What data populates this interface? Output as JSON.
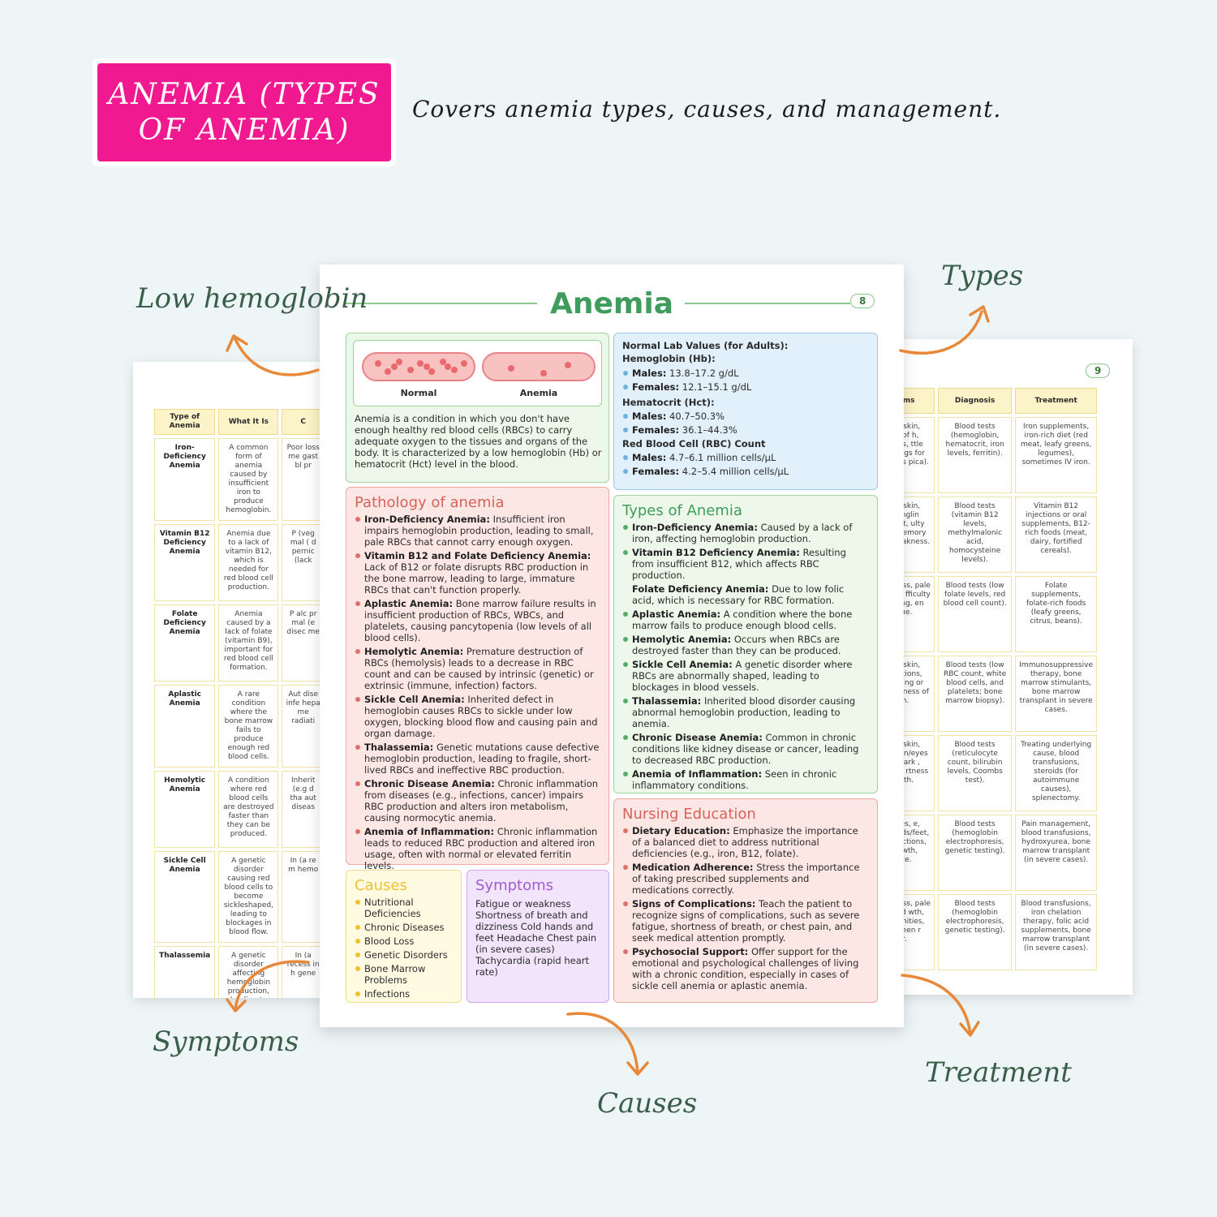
{
  "header": {
    "title": "ANEMIA (TYPES OF ANEMIA)",
    "subtitle": "Covers anemia types, causes, and management."
  },
  "callouts": {
    "low_hemoglobin": "Low hemoglobin",
    "types": "Types",
    "symptoms": "Symptoms",
    "causes": "Causes",
    "treatment": "Treatment"
  },
  "colors": {
    "accent": "#f0198f",
    "green": "#3f9c5c",
    "arrow": "#e8893a",
    "callout": "#3b5e4a"
  },
  "left_page": {
    "headers": [
      "Type of Anemia",
      "What It Is",
      "C"
    ],
    "rows": [
      [
        "Iron-Deficiency Anemia",
        "A common form of anemia caused by insufficient iron to produce hemoglobin.",
        "Poor loss me gast bl pr"
      ],
      [
        "Vitamin B12 Deficiency Anemia",
        "Anemia due to a lack of vitamin B12, which is needed for red blood cell production.",
        "P (veg mal ( d pernic (lack"
      ],
      [
        "Folate Deficiency Anemia",
        "Anemia caused by a lack of folate (vitamin B9), important for red blood cell formation.",
        "P alc pr mal (e disec me"
      ],
      [
        "Aplastic Anemia",
        "A rare condition where the bone marrow fails to produce enough red blood cells.",
        "Aut dise infe hepa me radiati"
      ],
      [
        "Hemolytic Anemia",
        "A condition where red blood cells are destroyed faster than they can be produced.",
        "Inherit (e.g d tha aut diseas"
      ],
      [
        "Sickle Cell Anemia",
        "A genetic disorder causing red blood cells to become sickleshaped, leading to blockages in blood flow.",
        "In (a re m hemo"
      ],
      [
        "Thalassemia",
        "A genetic disorder affecting hemoglobin production, leading to abnormal red blood cells.",
        "In (a recess in h gene"
      ]
    ]
  },
  "right_page": {
    "page_number": "9",
    "headers": [
      "mptoms",
      "Diagnosis",
      "Treatment"
    ],
    "rows": [
      [
        "e, pale skin, rtness of h, dizziness, ttle nails, vings for food items pica).",
        "Blood tests (hemoglobin, hematocrit, iron levels, ferritin).",
        "Iron supplements, iron-rich diet (red meat, leafy greens, legumes), sometimes IV iron."
      ],
      [
        "e, pale skin, ness/tinglin ands/feet, ulty walking, emory oblems, eakness.",
        "Blood tests (vitamin B12 levels, methylmalonic acid, homocysteine levels).",
        "Vitamin B12 injections or oral supplements, B12-rich foods (meat, dairy, fortified cereals)."
      ],
      [
        "atigue, ness, pale irritability, fficulty centrating, en tongue.",
        "Blood tests (low folate levels, red blood cell count).",
        "Folate supplements, folate-rich foods (leafy greens, citrus, beans)."
      ],
      [
        "e, pale skin, equent tions, easy uising or eeding, rtness of reath.",
        "Blood tests (low RBC count, white blood cells, and platelets; bone marrow biopsy).",
        "Immunosuppressive therapy, bone marrow stimulants, bone marrow transplant in severe cases."
      ],
      [
        "e, pale skin, owing of in/eyes dice), dark , dizziness, rtness of reath.",
        "Blood tests (reticulocyte count, bilirubin levels, Coombs test).",
        "Treating underlying cause, blood transfusions, steroids (for autoimmune causes), splenectomy."
      ],
      [
        "episodes, e, swollen nds/feet, equent ections, ed growth, undice.",
        "Blood tests (hemoglobin electrophoresis, genetic testing).",
        "Pain management, blood transfusions, hydroxyurea, bone marrow transplant (in severe cases)."
      ],
      [
        "atigue, ness, pale , delayed wth, bone ormities, ged spleen r liver.",
        "Blood tests (hemoglobin electrophoresis, genetic testing).",
        "Blood transfusions, iron chelation therapy, folic acid supplements, bone marrow transplant (in severe cases)."
      ]
    ]
  },
  "main_page": {
    "title": "Anemia",
    "page_number": "8",
    "illustration": {
      "normal_label": "Normal",
      "anemia_label": "Anemia"
    },
    "intro": "Anemia is a condition in which you don't have enough healthy red blood cells (RBCs) to carry adequate oxygen to the tissues and organs of the body. It is characterized by a low hemoglobin (Hb) or hematocrit (Hct) level in the blood.",
    "lab": {
      "heading": "Normal Lab Values (for Adults):",
      "hb_heading": "Hemoglobin (Hb):",
      "hb_males_label": "Males:",
      "hb_males": "13.8–17.2 g/dL",
      "hb_females_label": "Females:",
      "hb_females": "12.1–15.1 g/dL",
      "hct_heading": "Hematocrit (Hct):",
      "hct_males_label": "Males:",
      "hct_males": "40.7–50.3%",
      "hct_females_label": "Females:",
      "hct_females": "36.1–44.3%",
      "rbc_heading": "Red Blood Cell (RBC) Count",
      "rbc_males_label": "Males:",
      "rbc_males": "4.7–6.1 million cells/μL",
      "rbc_females_label": "Females:",
      "rbc_females": "4.2–5.4 million cells/μL"
    },
    "pathology": {
      "heading": "Pathology of anemia",
      "items": [
        {
          "term": "Iron-Deficiency Anemia:",
          "text": "Insufficient iron impairs hemoglobin production, leading to small, pale RBCs that cannot carry enough oxygen."
        },
        {
          "term": "Vitamin B12 and Folate Deficiency Anemia:",
          "text": "Lack of B12 or folate disrupts RBC production in the bone marrow, leading to large, immature RBCs that can't function properly."
        },
        {
          "term": "Aplastic Anemia:",
          "text": "Bone marrow failure results in insufficient production of RBCs, WBCs, and platelets, causing pancytopenia (low levels of all blood cells)."
        },
        {
          "term": "Hemolytic Anemia:",
          "text": "Premature destruction of RBCs (hemolysis) leads to a decrease in RBC count and can be caused by intrinsic (genetic) or extrinsic (immune, infection) factors."
        },
        {
          "term": "Sickle Cell Anemia:",
          "text": "Inherited defect in hemoglobin causes RBCs to sickle under low oxygen, blocking blood flow and causing pain and organ damage."
        },
        {
          "term": "Thalassemia:",
          "text": "Genetic mutations cause defective hemoglobin production, leading to fragile, short-lived RBCs and ineffective RBC production."
        },
        {
          "term": "Chronic Disease Anemia:",
          "text": "Chronic inflammation from diseases (e.g., infections, cancer) impairs RBC production and alters iron metabolism, causing normocytic anemia."
        },
        {
          "term": "Anemia of Inflammation:",
          "text": "Chronic inflammation leads to reduced RBC production and altered iron usage, often with normal or elevated ferritin levels."
        }
      ]
    },
    "types": {
      "heading": "Types of Anemia",
      "items": [
        {
          "term": "Iron-Deficiency Anemia:",
          "text": "Caused by a lack of iron, affecting hemoglobin production."
        },
        {
          "term": "Vitamin B12 Deficiency Anemia:",
          "text": "Resulting from insufficient B12, which affects RBC production."
        },
        {
          "term": "Folate Deficiency Anemia:",
          "text": "Due to low folic acid, which is necessary for RBC formation."
        },
        {
          "term": "Aplastic Anemia:",
          "text": "A condition where the bone marrow fails to produce enough blood cells."
        },
        {
          "term": "Hemolytic Anemia:",
          "text": "Occurs when RBCs are destroyed faster than they can be produced."
        },
        {
          "term": "Sickle Cell Anemia:",
          "text": "A genetic disorder where RBCs are abnormally shaped, leading to blockages in blood vessels."
        },
        {
          "term": "Thalassemia:",
          "text": "Inherited blood disorder causing abnormal hemoglobin production, leading to anemia."
        },
        {
          "term": "Chronic Disease Anemia:",
          "text": "Common in chronic conditions like kidney disease or cancer, leading to decreased RBC production."
        },
        {
          "term": "Anemia of Inflammation:",
          "text": "Seen in chronic inflammatory conditions."
        }
      ]
    },
    "causes": {
      "heading": "Causes",
      "items": [
        "Nutritional Deficiencies",
        "Chronic Diseases",
        "Blood Loss",
        "Genetic Disorders",
        "Bone Marrow Problems",
        "Infections"
      ]
    },
    "symptoms": {
      "heading": "Symptoms",
      "text": "Fatigue or weakness Shortness of breath and dizziness Cold hands and feet Headache Chest pain (in severe cases) Tachycardia (rapid heart rate)"
    },
    "nursing": {
      "heading": "Nursing Education",
      "items": [
        {
          "term": "Dietary Education:",
          "text": "Emphasize the importance of a balanced diet to address nutritional deficiencies (e.g., iron, B12, folate)."
        },
        {
          "term": "Medication Adherence:",
          "text": "Stress the importance of taking prescribed supplements and medications correctly."
        },
        {
          "term": "Signs of Complications:",
          "text": "Teach the patient to recognize signs of complications, such as severe fatigue, shortness of breath, or chest pain, and seek medical attention promptly."
        },
        {
          "term": "Psychosocial Support:",
          "text": "Offer support for the emotional and psychological challenges of living with a chronic condition, especially in cases of sickle cell anemia or aplastic anemia."
        }
      ]
    }
  }
}
